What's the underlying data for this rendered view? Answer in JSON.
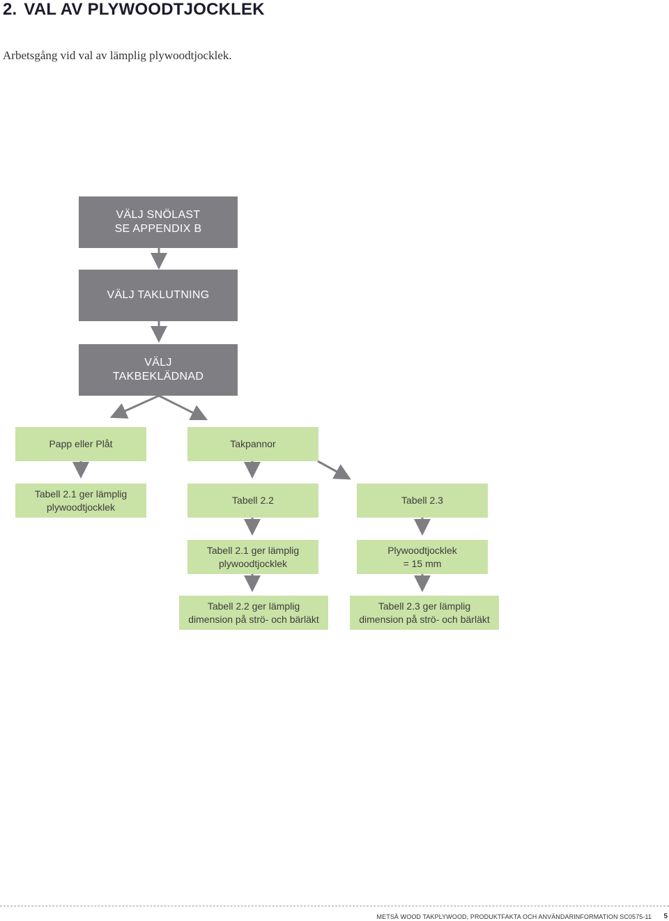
{
  "header": {
    "section_number": "2.",
    "title": "VAL AV PLYWOODTJOCKLEK",
    "intro": "Arbetsgång vid val av lämplig plywoodtjocklek."
  },
  "flow": {
    "snow_load": [
      "VÄLJ SNÖLAST",
      "SE APPENDIX B"
    ],
    "roof_pitch": [
      "VÄLJ TAKLUTNING"
    ],
    "roof_covering": [
      "VÄLJ",
      "TAKBEKLÄDNAD"
    ],
    "felt_or_sheet": [
      "Papp eller Plåt"
    ],
    "roof_tiles": [
      "Takpannor"
    ],
    "felt_result": [
      "Tabell 2.1 ger lämplig",
      "plywoodtjocklek"
    ],
    "table_22": [
      "Tabell 2.2"
    ],
    "table_23": [
      "Tabell 2.3"
    ],
    "tiles_thickness": [
      "Tabell 2.1 ger lämplig",
      "plywoodtjocklek"
    ],
    "fixed_thickness": [
      "Plywoodtjocklek",
      "= 15 mm"
    ],
    "battens_22": [
      "Tabell 2.2 ger lämplig",
      "dimension på strö- och bärläkt"
    ],
    "battens_23": [
      "Tabell 2.3 ger lämplig",
      "dimension på strö- och bärläkt"
    ]
  },
  "colors": {
    "gray_box": "#7f7f83",
    "green_box": "#c9e2a6",
    "arrow": "#7f7f83"
  },
  "footer": {
    "text": "METSÄ WOOD TAKPLYWOOD, PRODUKTFAKTA OCH ANVÄNDARINFORMATION SC0575-11",
    "page": "5"
  }
}
